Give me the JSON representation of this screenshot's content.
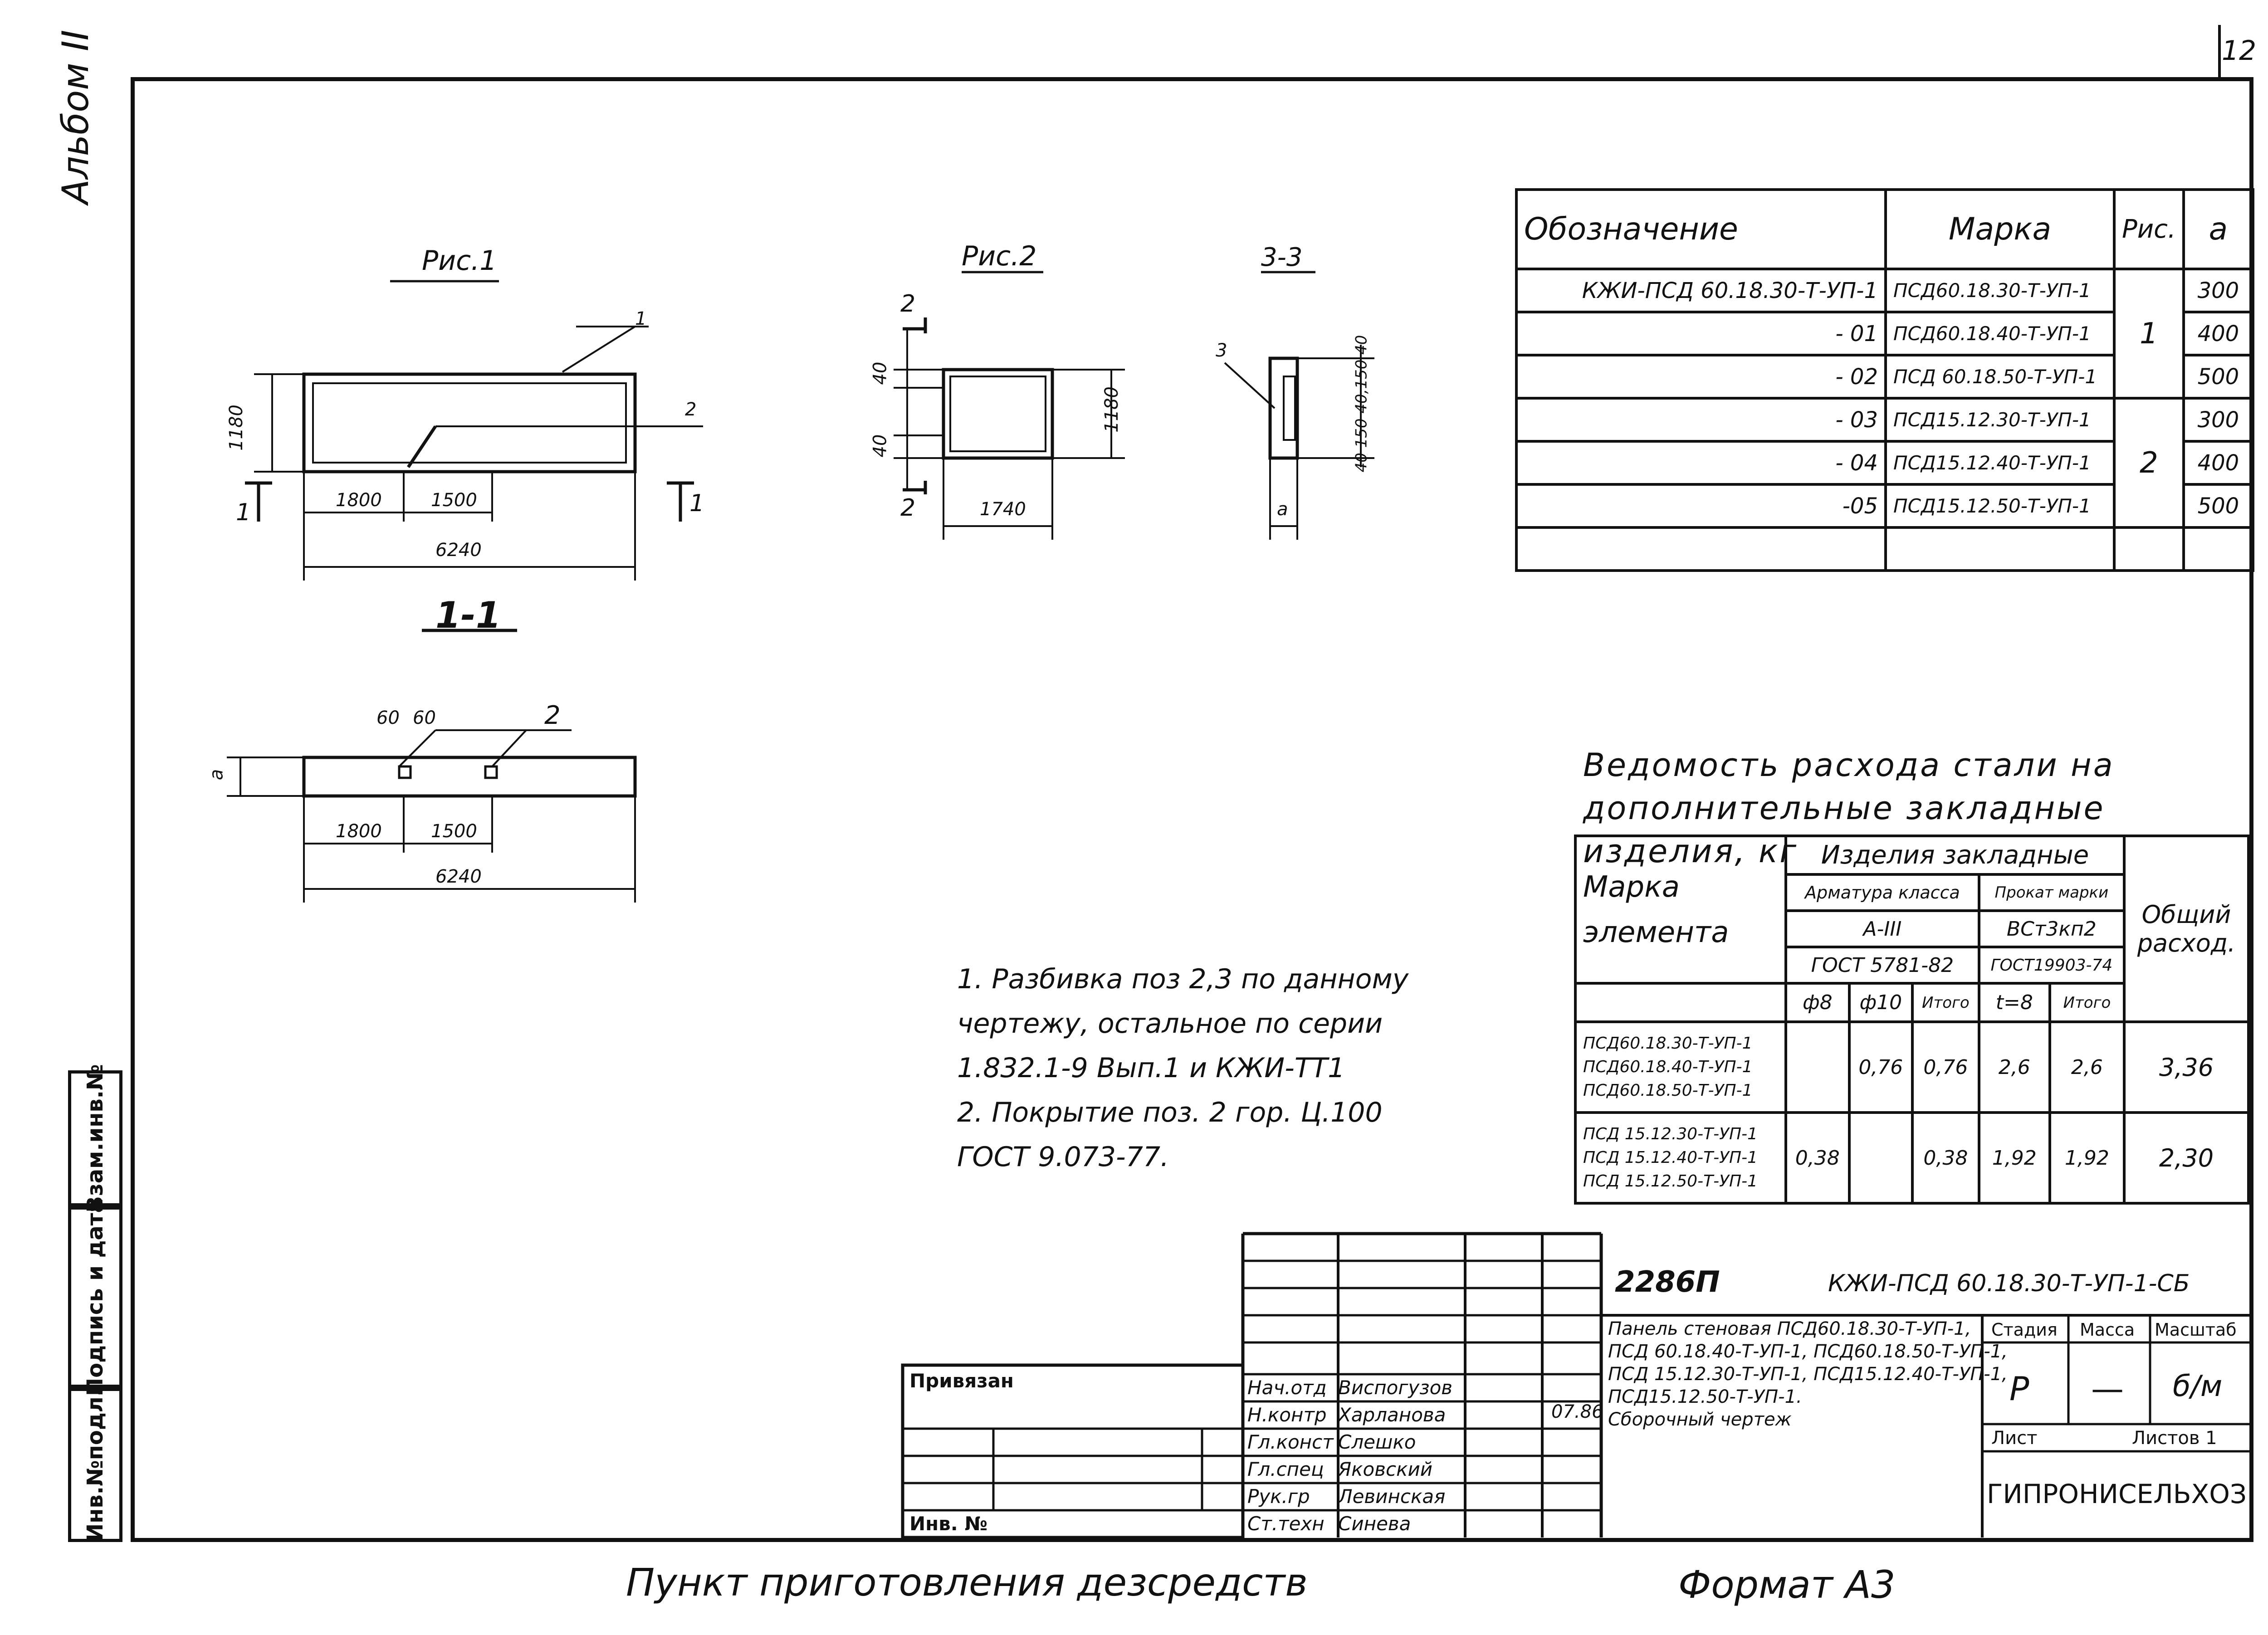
{
  "page_number": "12",
  "side_vertical_note": "Альбом II",
  "figures": {
    "fig1_title": "Рис.1",
    "fig2_title": "Рис.2",
    "section33_title": "3-3",
    "section11_title": "1-1",
    "fig1": {
      "h": "1180",
      "d1": "1800",
      "d2": "1500",
      "total": "6240",
      "pos1": "1",
      "pos2": "2",
      "cut_left": "1",
      "cut_right": "1"
    },
    "fig2": {
      "d40a": "40",
      "d40b": "40",
      "h": "1180",
      "w": "1740",
      "cut_top": "2",
      "cut_bot": "2"
    },
    "sec33": {
      "pos": "3",
      "a": "a",
      "dims": "40 150 40,150 40"
    },
    "sec11": {
      "d60a": "60",
      "d60b": "60",
      "pos": "2",
      "a": "a",
      "d1": "1800",
      "d2": "1500",
      "total": "6240"
    }
  },
  "marks_table": {
    "headers": [
      "Обозначение",
      "Марка",
      "Рис.",
      "а"
    ],
    "rows": [
      [
        "КЖИ-ПСД 60.18.30-Т-УП-1",
        "ПСД60.18.30-Т-УП-1",
        "",
        "300"
      ],
      [
        "- 01",
        "ПСД60.18.40-Т-УП-1",
        "1",
        "400"
      ],
      [
        "- 02",
        "ПСД 60.18.50-Т-УП-1",
        "",
        "500"
      ],
      [
        "- 03",
        "ПСД15.12.30-Т-УП-1",
        "",
        "300"
      ],
      [
        "- 04",
        "ПСД15.12.40-Т-УП-1",
        "2",
        "400"
      ],
      [
        "-05",
        "ПСД15.12.50-Т-УП-1",
        "",
        "500"
      ],
      [
        "",
        "",
        "",
        ""
      ]
    ]
  },
  "steel_sheet": {
    "title": "Ведомость расхода стали на дополнительные закладные изделия, кг",
    "col_mark": "Марка элемента",
    "col_items": "Изделия закладные",
    "col_arm": "Арматура класса",
    "col_arm_class": "А-III",
    "col_arm_gost": "ГОСТ 5781-82",
    "col_prok": "Прокат марки",
    "col_prok_mark": "ВСт3кп2",
    "col_prok_gost": "ГОСТ19903-74",
    "col_total": "Общий расход.",
    "sub": [
      "ф8",
      "ф10",
      "Итого",
      "t=8",
      "Итого"
    ],
    "rows": [
      {
        "marks": [
          "ПСД60.18.30-Т-УП-1",
          "ПСД60.18.40-Т-УП-1",
          "ПСД60.18.50-Т-УП-1"
        ],
        "v": [
          "",
          "0,76",
          "0,76",
          "2,6",
          "2,6",
          "3,36"
        ]
      },
      {
        "marks": [
          "ПСД 15.12.30-Т-УП-1",
          "ПСД 15.12.40-Т-УП-1",
          "ПСД 15.12.50-Т-УП-1"
        ],
        "v": [
          "0,38",
          "",
          "0,38",
          "1,92",
          "1,92",
          "2,30"
        ]
      }
    ]
  },
  "notes": [
    "1. Разбивка поз 2,3 по данному",
    "чертежу, остальное по серии",
    "1.832.1-9 Вып.1 и КЖИ-ТТ1",
    "2. Покрытие поз. 2 гор. Ц.100",
    "ГОСТ 9.073-77."
  ],
  "title_block": {
    "project": "2286П",
    "code": "КЖИ-ПСД 60.18.30-Т-УП-1-СБ",
    "description": [
      "Панель стеновая ПСД60.18.30-Т-УП-1,",
      "ПСД 60.18.40-Т-УП-1, ПСД60.18.50-Т-УП-1,",
      "ПСД 15.12.30-Т-УП-1, ПСД15.12.40-Т-УП-1,",
      "ПСД15.12.50-Т-УП-1.",
      "Сборочный чертеж"
    ],
    "stage_label": "Стадия",
    "mass_label": "Масса",
    "scale_label": "Масштаб",
    "stage": "Р",
    "mass": "—",
    "scale": "б/м",
    "sheet_label": "Лист",
    "sheets_label": "Листов 1",
    "org": "ГИПРОНИСЕЛЬХОЗ",
    "date": "07.86",
    "privyazan": "Привязан",
    "inv_no": "Инв. №",
    "staff": [
      [
        "Нач.отд",
        "Виспогузов"
      ],
      [
        "Н.контр",
        "Харланова"
      ],
      [
        "Гл.конст",
        "Слешко"
      ],
      [
        "Гл.спец",
        "Яковский"
      ],
      [
        "Рук.гр",
        "Левинская"
      ],
      [
        "Ст.техн",
        "Синева"
      ]
    ]
  },
  "side_stamp": [
    "Взам.инв.№",
    "Подпись и дата",
    "Инв.№подл."
  ],
  "footer_left": "Пункт приготовления дезсредств",
  "footer_right": "Формат А3"
}
